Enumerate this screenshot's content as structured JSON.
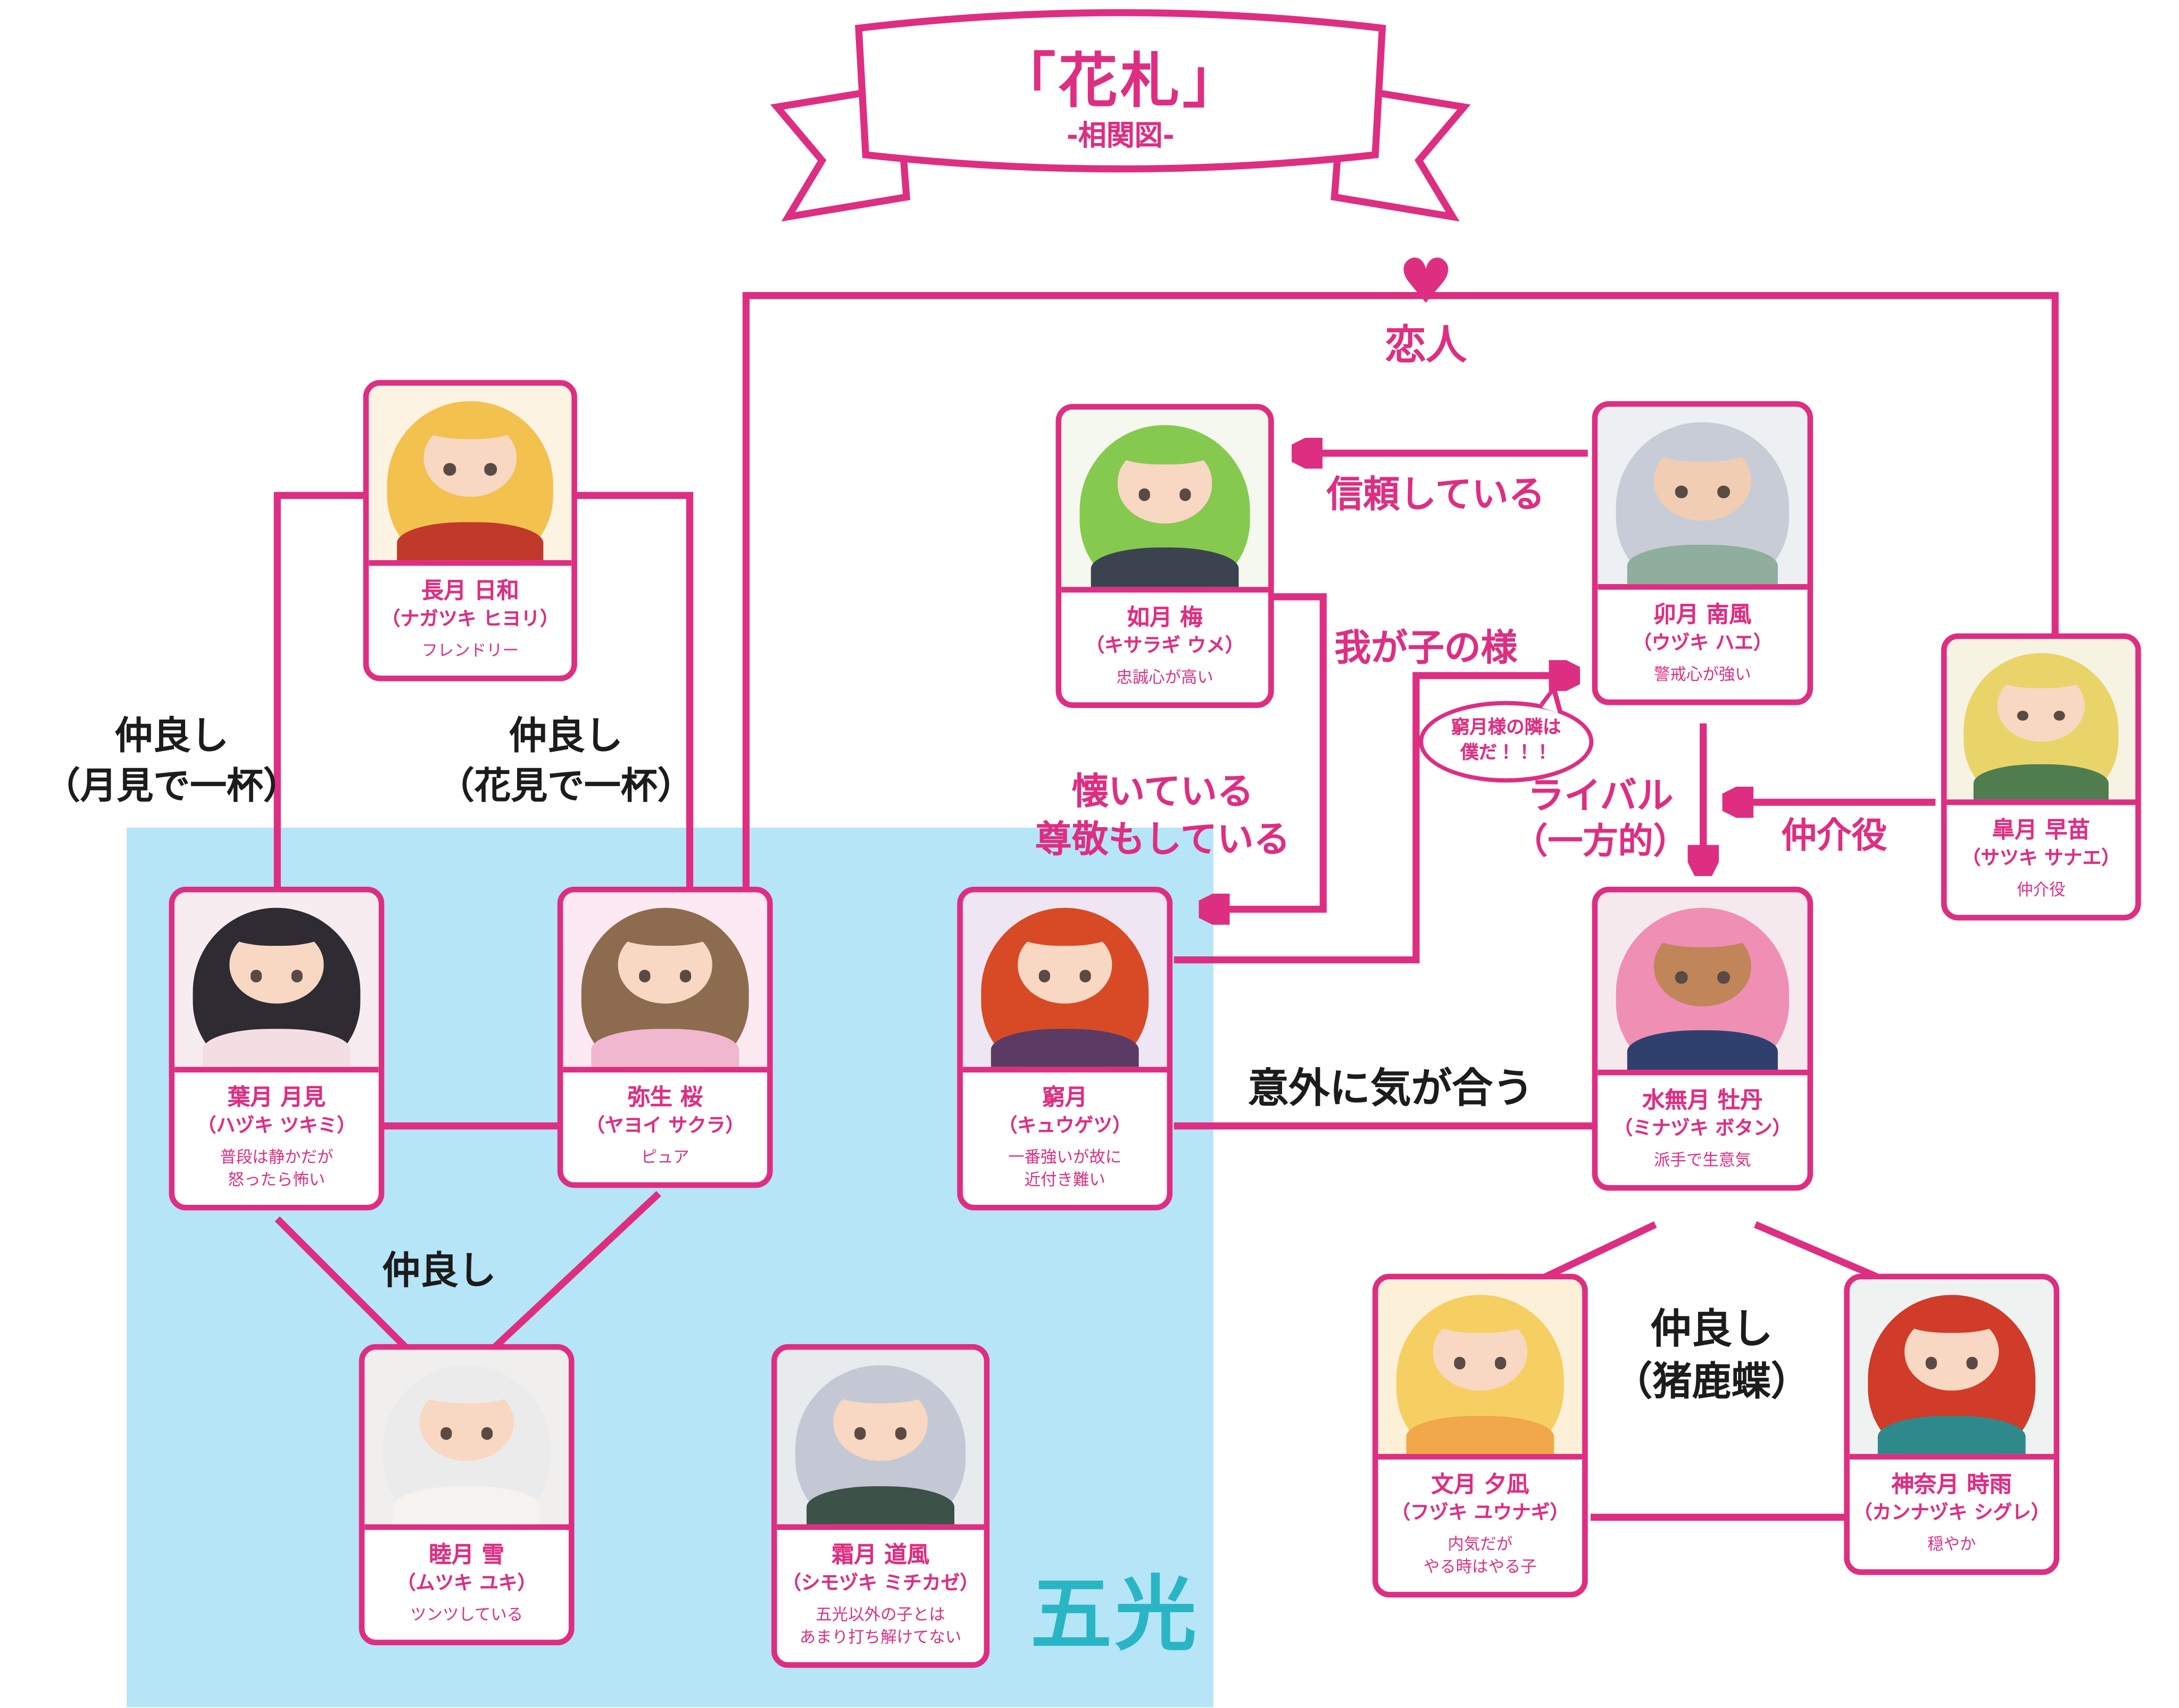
{
  "banner": {
    "title": "「花札」",
    "subtitle": "-相関図-"
  },
  "heart": "♥",
  "region": {
    "label": "五光"
  },
  "colors": {
    "accent": "#de2e82",
    "region_bg": "#b5e5f6",
    "region_label": "#2ab5c5"
  },
  "relations": {
    "koibito": "恋人",
    "shinrai": "信頼している",
    "wagako": "我が子の様",
    "natsuite1": "懐いている",
    "natsuite2": "尊敬もしている",
    "rival1": "ライバル",
    "rival2": "（一方的）",
    "chukai": "仲介役",
    "tsukimi_nakayoshi1": "仲良し",
    "tsukimi_nakayoshi2": "（月見で一杯）",
    "hanami_nakayoshi1": "仲良し",
    "hanami_nakayoshi2": "（花見で一杯）",
    "nakayoshi": "仲良し",
    "igai": "意外に気が合う",
    "inoshikacho1": "仲良し",
    "inoshikacho2": "（猪鹿蝶）",
    "bubble1": "窮月様の隣は",
    "bubble2": "僕だ！！！"
  },
  "characters": {
    "hiyori": {
      "name": "長月 日和",
      "reading": "（ナガツキ ヒヨリ）",
      "desc1": "フレンドリー"
    },
    "ume": {
      "name": "如月 梅",
      "reading": "（キサラギ ウメ）",
      "desc1": "忠誠心が高い"
    },
    "hae": {
      "name": "卯月 南風",
      "reading": "（ウヅキ ハエ）",
      "desc1": "警戒心が強い"
    },
    "sanae": {
      "name": "皐月 早苗",
      "reading": "（サツキ サナエ）",
      "desc1": "仲介役"
    },
    "tsukimi": {
      "name": "葉月 月見",
      "reading": "（ハヅキ ツキミ）",
      "desc1": "普段は静かだが",
      "desc2": "怒ったら怖い"
    },
    "sakura": {
      "name": "弥生 桜",
      "reading": "（ヤヨイ サクラ）",
      "desc1": "ピュア"
    },
    "kyugetsu": {
      "name": "窮月",
      "reading": "（キュウゲツ）",
      "desc1": "一番強いが故に",
      "desc2": "近付き難い"
    },
    "botan": {
      "name": "水無月 牡丹",
      "reading": "（ミナヅキ ボタン）",
      "desc1": "派手で生意気"
    },
    "yuki": {
      "name": "睦月 雪",
      "reading": "（ムツキ ユキ）",
      "desc1": "ツンツしている"
    },
    "michikaze": {
      "name": "霜月 道風",
      "reading": "（シモヅキ ミチカゼ）",
      "desc1": "五光以外の子とは",
      "desc2": "あまり打ち解けてない"
    },
    "yunagi": {
      "name": "文月 夕凪",
      "reading": "（フヅキ ユウナギ）",
      "desc1": "内気だが",
      "desc2": "やる時はやる子"
    },
    "shigure": {
      "name": "神奈月 時雨",
      "reading": "（カンナヅキ シグレ）",
      "desc1": "穏やか"
    }
  }
}
